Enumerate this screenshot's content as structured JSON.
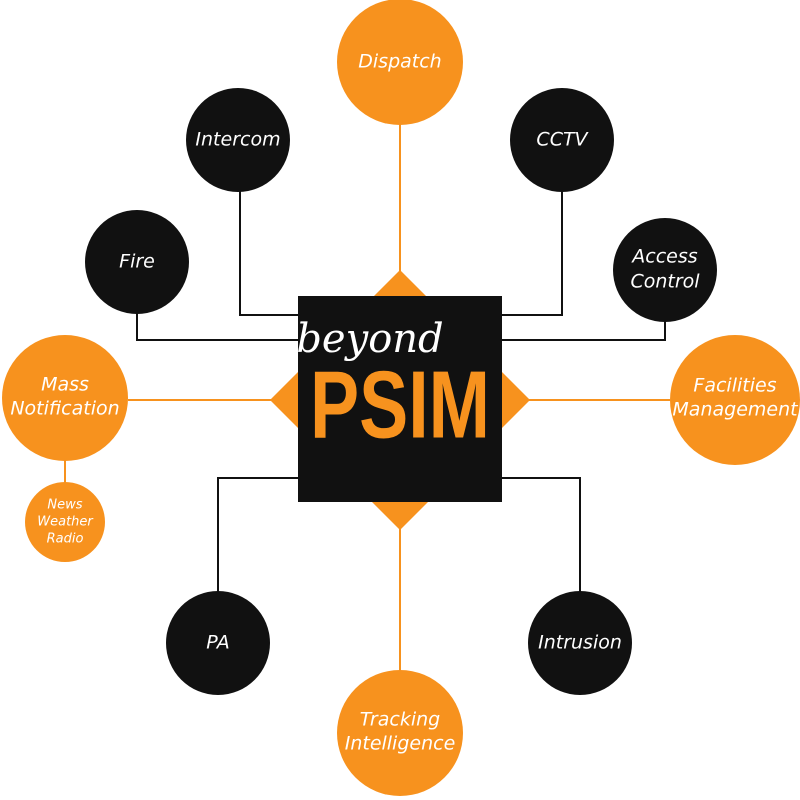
{
  "colors": {
    "orange": "#f7921e",
    "black": "#111111",
    "line_black": "#111111",
    "line_orange": "#f7921e",
    "text_white": "#ffffff"
  },
  "center": {
    "line1": "beyond",
    "line2": "PSIM"
  },
  "nodes": {
    "dispatch": [
      "Dispatch"
    ],
    "intercom": [
      "Intercom"
    ],
    "cctv": [
      "CCTV"
    ],
    "fire": [
      "Fire"
    ],
    "access_control": [
      "Access",
      "Control"
    ],
    "mass_notification": [
      "Mass",
      "Notification"
    ],
    "facilities_management": [
      "Facilities",
      "Management"
    ],
    "news_weather_radio": [
      "News",
      "Weather",
      "Radio"
    ],
    "pa": [
      "PA"
    ],
    "intrusion": [
      "Intrusion"
    ],
    "tracking_intelligence": [
      "Tracking",
      "Intelligence"
    ]
  }
}
